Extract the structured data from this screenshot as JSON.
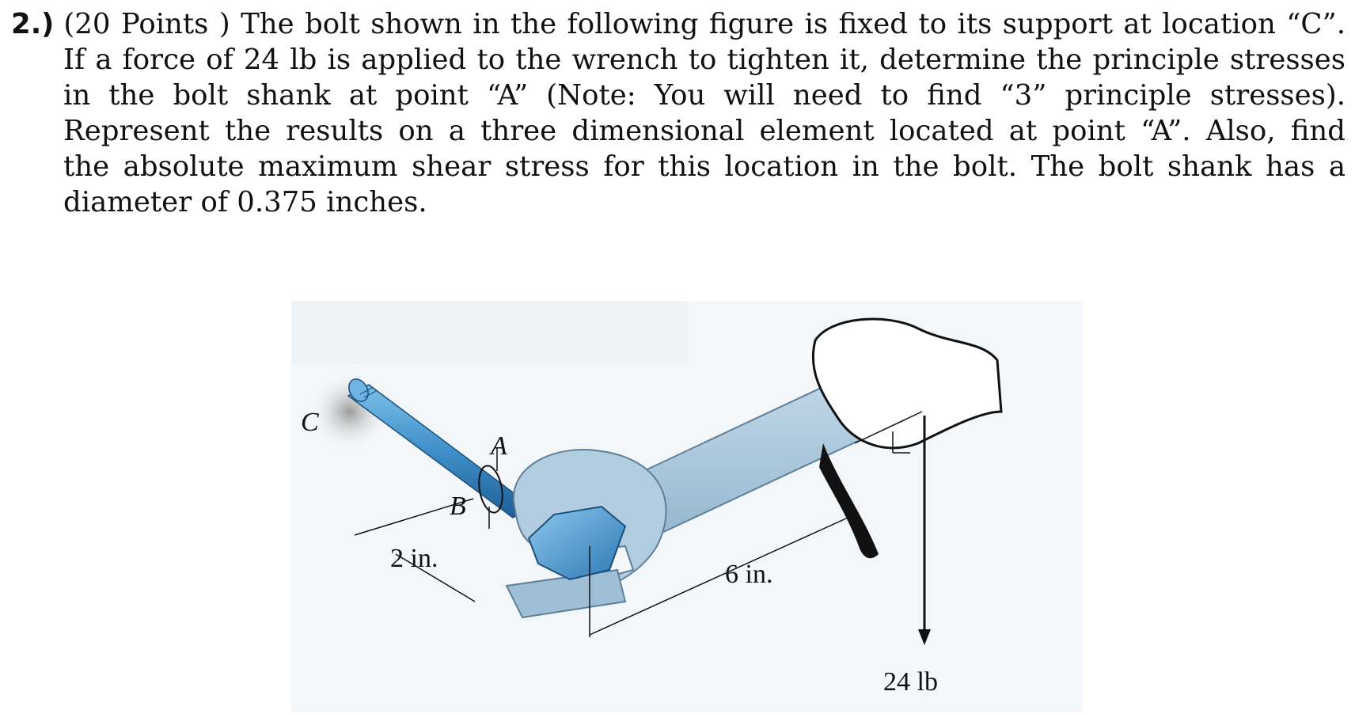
{
  "problem": {
    "number": "2.)",
    "lines": [
      "(20 Points ) The bolt shown in the following figure is fixed to its support at location “C”.",
      "If a force of 24 lb is applied to the wrench to tighten it, determine the principle stresses",
      "in the bolt shank at point “A” (Note: You will need to find “3” principle stresses).",
      "Represent the results on a three dimensional element located at point “A”. Also, find",
      "the absolute maximum shear stress for this location in the bolt. The bolt shank has a",
      "diameter of 0.375 inches."
    ]
  },
  "figure": {
    "label_c": "C",
    "label_a": "A",
    "label_b": "B",
    "dim_bolt": "2 in.",
    "dim_wrench": "6 in.",
    "force": "24 lb",
    "colors": {
      "steel_blue": "#3f8fc9",
      "wrench": "#a9c7dc",
      "wrench_dark": "#7fa7c3",
      "hex_nut": "#4f9ad4",
      "support": "#b8b8b8"
    }
  }
}
